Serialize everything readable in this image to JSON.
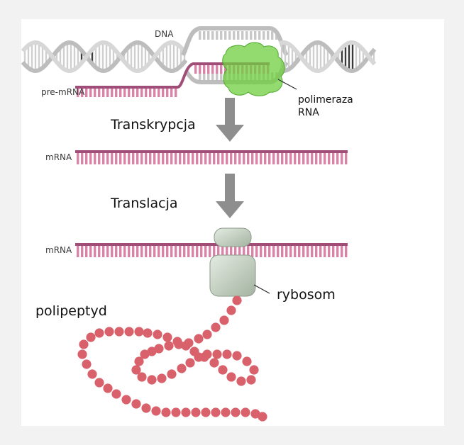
{
  "labels": {
    "dna": "DNA",
    "pre_mrna": "pre-mRNA",
    "polymerase_line1": "polimeraza",
    "polymerase_line2": "RNA",
    "transcription": "Transkrypcja",
    "mrna_1": "mRNA",
    "translation": "Translacja",
    "mrna_2": "mRNA",
    "ribosome": "rybosom",
    "polypeptide": "polipeptyd"
  },
  "colors": {
    "rna": "#d883a8",
    "rna_dark": "#a04e77",
    "dna": "#bdbdbd",
    "dna_dark": "#3a3a3a",
    "arrow": "#8e8e8e",
    "polymerase": "#6fcf3f",
    "ribosome": "#c4d2c2",
    "amino_acid": "#d9616c"
  }
}
